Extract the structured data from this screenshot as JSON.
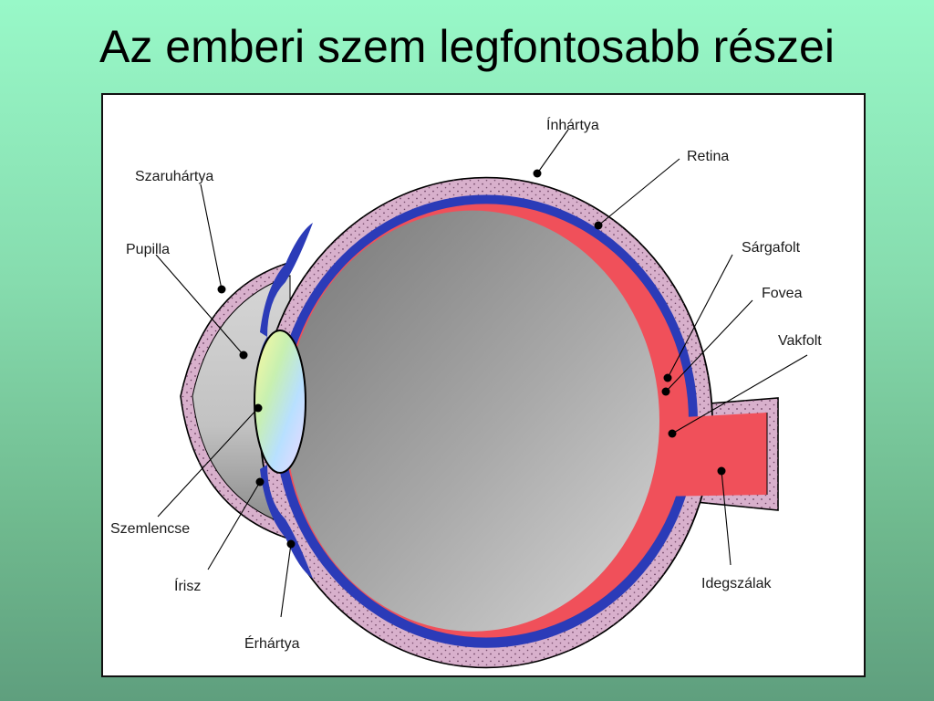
{
  "slide": {
    "title": "Az emberi szem legfontosabb részei"
  },
  "diagram": {
    "labels": {
      "inhartya": "Ínhártya",
      "retina": "Retina",
      "szaruhartya": "Szaruhártya",
      "pupilla": "Pupilla",
      "sargafolt": "Sárgafolt",
      "fovea": "Fovea",
      "vakfolt": "Vakfolt",
      "szemlencse": "Szemlencse",
      "irisz": "Írisz",
      "erhartya": "Érhártya",
      "idegszalak": "Idegszálak"
    },
    "colors": {
      "sclera": "#d8b0cc",
      "choroid": "#2b3bb8",
      "retina": "#f0505a",
      "vitreous_light": "#d0d0d0",
      "vitreous_dark": "#7e7e7e"
    }
  }
}
